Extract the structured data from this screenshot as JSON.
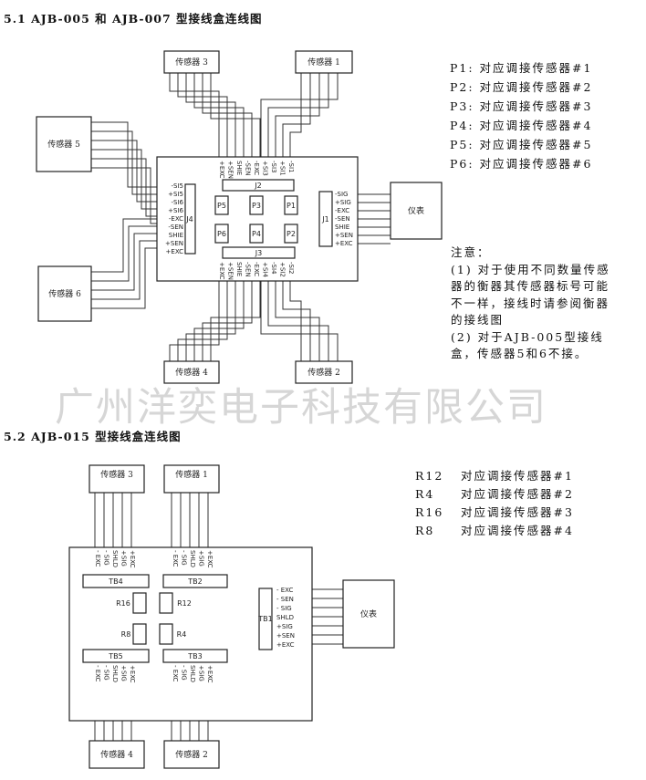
{
  "section1": {
    "title": "5.1 AJB-005 和 AJB-007 型接线盒连线图",
    "sensors": {
      "s1": "传感器 1",
      "s2": "传感器 2",
      "s3": "传感器 3",
      "s4": "传感器 4",
      "s5": "传感器 5",
      "s6": "传感器 6"
    },
    "instrument": "仪表",
    "connectors": {
      "j1": "J1",
      "j2": "J2",
      "j3": "J3",
      "j4": "J4"
    },
    "pots": [
      "P5",
      "P3",
      "P1",
      "P6",
      "P4",
      "P2"
    ],
    "j2_pins": [
      "+EXC",
      "+SEN",
      "SHIE",
      "-SEN",
      "-EXC",
      "+SI3",
      "-SI3",
      "+SI1",
      "-SI1"
    ],
    "j3_pins": [
      "+EXC",
      "+SEN",
      "SHIE",
      "-SEN",
      "-EXC",
      "+SI4",
      "-SI4",
      "+SI2",
      "-SI2"
    ],
    "j4_pins": [
      "-SI5",
      "+SI5",
      "-SI6",
      "+SI6",
      "-EXC",
      "-SEN",
      "SHIE",
      "+SEN",
      "+EXC"
    ],
    "j1_pins": [
      "-SIG",
      "+SIG",
      "-EXC",
      "-SEN",
      "SHIE",
      "+SEN",
      "+EXC"
    ],
    "legend": [
      "P1: 对应调接传感器#1",
      "P2: 对应调接传感器#2",
      "P3: 对应调接传感器#3",
      "P4: 对应调接传感器#4",
      "P5: 对应调接传感器#5",
      "P6: 对应调接传感器#6"
    ],
    "notes": [
      "注意：",
      "(1) 对于使用不同数量传感器的衡器其传感器标号可能不一样，接线时请参阅衡器的接线图",
      "(2) 对于AJB-005型接线盒，传感器5和6不接。"
    ]
  },
  "watermark": "广州洋奕电子科技有限公司",
  "section2": {
    "title": "5.2 AJB-015 型接线盒连线图",
    "sensors": {
      "s1": "传感器 1",
      "s2": "传感器 2",
      "s3": "传感器 3",
      "s4": "传感器 4"
    },
    "instrument": "仪表",
    "blocks": {
      "tb1": "TB1",
      "tb2": "TB2",
      "tb3": "TB3",
      "tb4": "TB4",
      "tb5": "TB5"
    },
    "resistors": {
      "r16": "R16",
      "r12": "R12",
      "r8": "R8",
      "r4": "R4"
    },
    "tb_pins": [
      "- EXC",
      "- SIG",
      "SHLD",
      "+SIG",
      "+EXC"
    ],
    "tb1_pins": [
      "- EXC",
      "- SEN",
      "- SIG",
      "SHLD",
      "+SIG",
      "+SEN",
      "+EXC"
    ],
    "legend": [
      {
        "r": "R12",
        "t": "对应调接传感器#1"
      },
      {
        "r": "R4",
        "t": "对应调接传感器#2"
      },
      {
        "r": "R16",
        "t": "对应调接传感器#3"
      },
      {
        "r": "R8",
        "t": "对应调接传感器#4"
      }
    ]
  }
}
